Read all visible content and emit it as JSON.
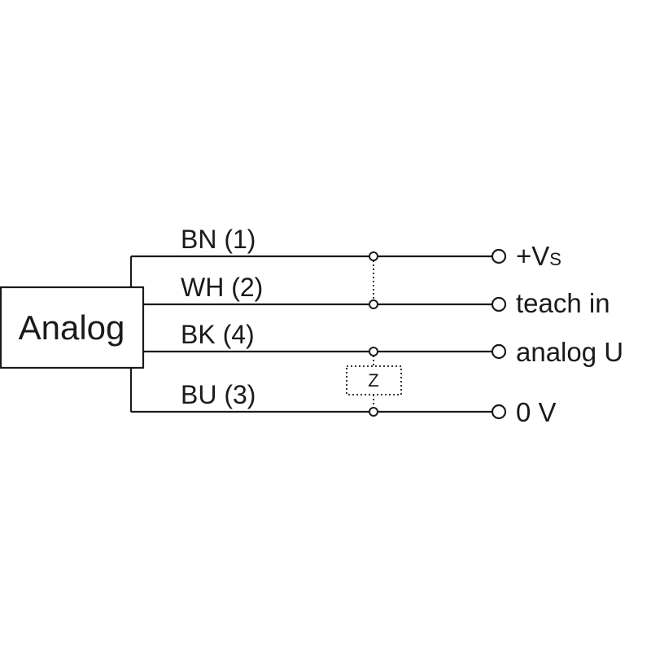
{
  "device": {
    "label": "Analog"
  },
  "wires": [
    {
      "id": "bn",
      "label": "BN (1)"
    },
    {
      "id": "wh",
      "label": "WH (2)"
    },
    {
      "id": "bk",
      "label": "BK (4)"
    },
    {
      "id": "bu",
      "label": "BU (3)"
    }
  ],
  "terminals": {
    "vs": {
      "main": "+V",
      "sub": "S"
    },
    "teach": {
      "label": "teach in"
    },
    "analog": {
      "label": "analog U"
    },
    "zero": {
      "label": "0 V"
    }
  },
  "load": {
    "label": "Z"
  },
  "colors": {
    "ink": "#1a1a1a",
    "background": "#ffffff"
  }
}
